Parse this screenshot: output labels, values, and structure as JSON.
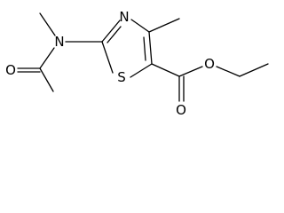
{
  "structure": {
    "atoms": {
      "n_amide": "N",
      "o_acetyl": "O",
      "s_ring": "S",
      "n_ring": "N",
      "o_ester_carbonyl": "O",
      "o_ester_ether": "O"
    }
  }
}
